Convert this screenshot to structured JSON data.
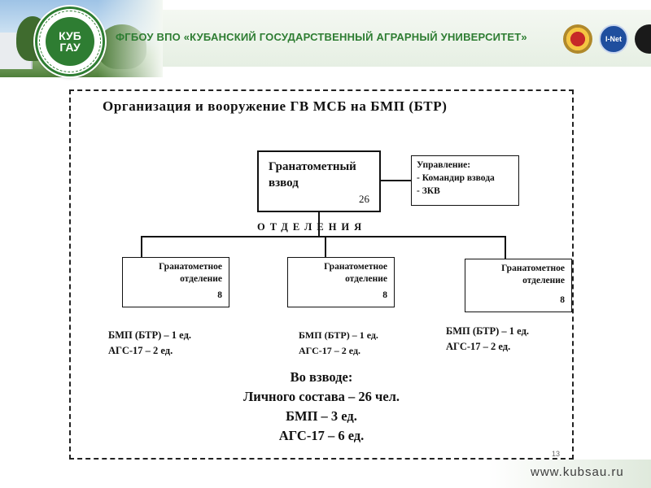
{
  "header": {
    "logo_text_top": "КУБ",
    "logo_text_bottom": "ГАУ",
    "university_title": "ФГБОУ ВПО «КУБАНСКИЙ ГОСУДАРСТВЕННЫЙ АГРАРНЫЙ УНИВЕРСИТЕТ»",
    "emblem2_label": "I-Net"
  },
  "slide": {
    "title": "Организация и вооружение ГВ МСБ на БМП (БТР)",
    "platoon": {
      "name": "Гранатометный взвод",
      "count": "26"
    },
    "management": {
      "lines": [
        "Управление:",
        "- Командир взвода",
        "- ЗКВ"
      ]
    },
    "sections_label": "ОТДЕЛЕНИЯ",
    "sections": [
      {
        "name": "Гранатометное отделение",
        "count": "8"
      },
      {
        "name": "Гранатометное отделение",
        "count": "8"
      },
      {
        "name": "Гранатометное отделение",
        "count": "8"
      }
    ],
    "equipment": [
      {
        "line1": "БМП (БТР) – 1 ед.",
        "line2": "АГС-17 – 2 ед."
      },
      {
        "line1": "БМП (БТР) – 1 ед.",
        "line2": "АГС-17 – 2 ед."
      },
      {
        "line1": "БМП (БТР) – 1 ед.",
        "line2": "АГС-17 – 2 ед."
      }
    ],
    "summary": {
      "line1": "Во взводе:",
      "line2": "Личного состава – 26 чел.",
      "line3": "БМП – 3 ед.",
      "line4": "АГС-17 – 6 ед."
    },
    "page_number": "13"
  },
  "footer": {
    "website": "www.kubsau.ru"
  }
}
